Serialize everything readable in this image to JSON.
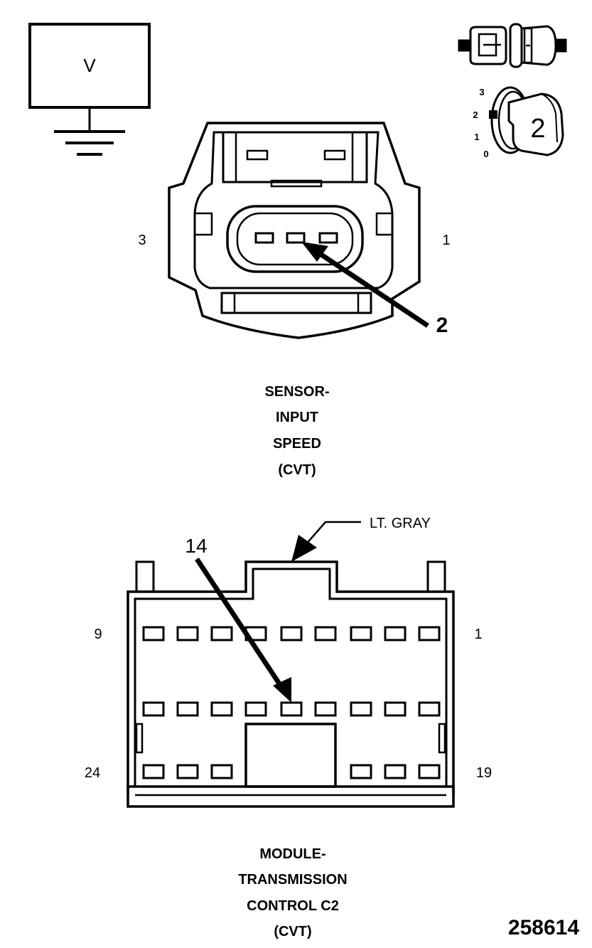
{
  "meter": {
    "label": "V"
  },
  "key_positions": {
    "p3": "3",
    "p2": "2",
    "p1": "1",
    "p0": "0",
    "key_number": "2"
  },
  "sensor": {
    "pin_left": "3",
    "pin_right": "1",
    "callout": "2",
    "title_lines": [
      "SENSOR-",
      "INPUT",
      "SPEED",
      "(CVT)"
    ]
  },
  "module": {
    "color_label": "LT. GRAY",
    "callout": "14",
    "pin_top_left": "9",
    "pin_top_right": "1",
    "pin_bottom_left": "24",
    "pin_bottom_right": "19",
    "title_lines": [
      "MODULE-",
      "TRANSMISSION",
      "CONTROL C2",
      "(CVT)"
    ]
  },
  "figure_number": "258614"
}
